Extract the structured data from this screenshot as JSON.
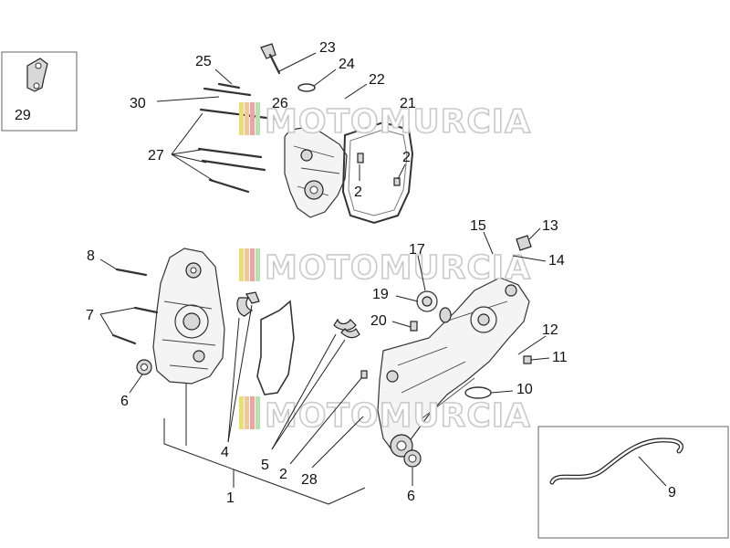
{
  "watermark": {
    "text": "MOTOMURCIA",
    "colors": [
      "#e8e070",
      "#f0c8a0",
      "#f2a0a0",
      "#b8e0b0"
    ]
  },
  "callouts": {
    "c1": "1",
    "c2a": "2",
    "c2b": "2",
    "c2c": "2",
    "c4": "4",
    "c5": "5",
    "c6a": "6",
    "c6b": "6",
    "c7": "7",
    "c8": "8",
    "c9": "9",
    "c10": "10",
    "c11": "11",
    "c12": "12",
    "c13": "13",
    "c14": "14",
    "c15": "15",
    "c17": "17",
    "c19": "19",
    "c20": "20",
    "c21": "21",
    "c22": "22",
    "c23": "23",
    "c24": "24",
    "c25": "25",
    "c26": "26",
    "c27": "27",
    "c28": "28",
    "c29": "29",
    "c30": "30"
  }
}
